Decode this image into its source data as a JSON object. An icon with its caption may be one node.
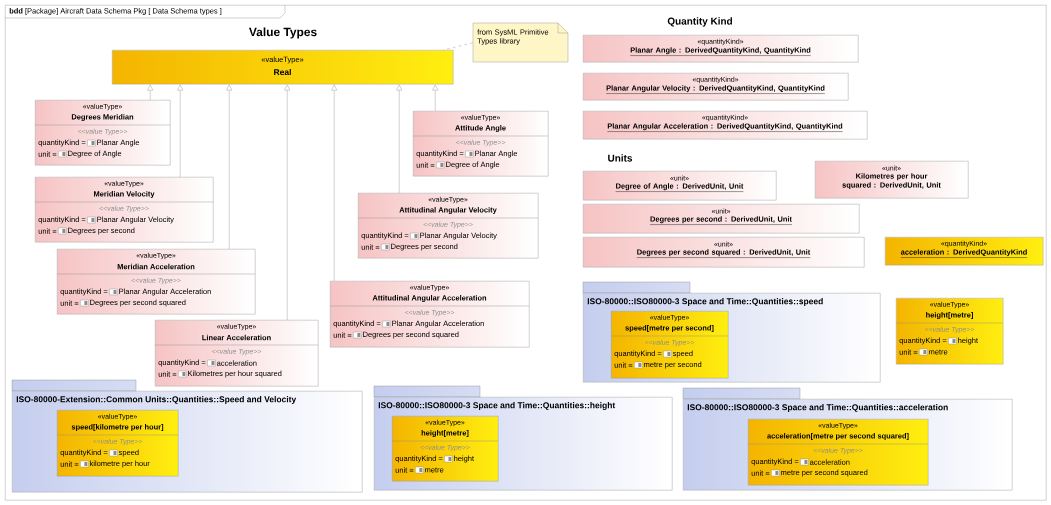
{
  "diagram": {
    "nodes": [
      {
        "text": [
          "**bdd** [Package] Aircraft Data Schema Pkg [ Data Schema types ]"
        ]
      },
      {
        "text": [
          "«valueType»",
          "Real"
        ],
        "in": 0
      },
      {
        "text": [
          "from SysML Primitive Types library"
        ],
        "in": 0
      },
      {
        "text": [
          "«valueType»",
          "Degrees Meridian",
          "<<value Type>>",
          "quantityKind =",
          "Planar Angle",
          "unit =",
          "Degree of Angle"
        ],
        "in": 0
      },
      {
        "text": [
          "«valueType»",
          "Meridian Velocity",
          "<<value Type>>",
          "quantityKind =",
          "Planar Angular Velocity",
          "unit =",
          "Degrees per second"
        ],
        "in": 0
      },
      {
        "text": [
          "«valueType»",
          "Meridian Acceleration",
          "<<value Type>>",
          "quantityKind =",
          "Planar Angular Acceleration",
          "unit =",
          "Degrees per second squared"
        ],
        "in": 0
      },
      {
        "text": [
          "«valueType»",
          "Linear Acceleration",
          "<<value Type>>",
          "quantityKind =",
          "acceleration",
          "unit =",
          "Kilometres per hour squared"
        ],
        "in": 0
      },
      {
        "text": [
          "«valueType»",
          "Attitude Angle",
          "<<value Type>>",
          "quantityKind =",
          "Planar Angle",
          "unit =",
          "Degree of Angle"
        ],
        "in": 0
      },
      {
        "text": [
          "«valueType»",
          "Attitudinal Angular Velocity",
          "<<value Type>>",
          "quantityKind =",
          "Planar Angular Velocity",
          "unit =",
          "Degrees per second"
        ],
        "in": 0
      },
      {
        "text": [
          "«valueType»",
          "Attitudinal Angular Acceleration",
          "<<value Type>>",
          "quantityKind =",
          "Planar Angular Acceleration",
          "unit =",
          "Degrees per second squared"
        ],
        "in": 0
      },
      {
        "text": [
          "«quantityKind»",
          "Planar Angle : DerivedQuantityKind, QuantityKind"
        ],
        "in": 0
      },
      {
        "text": [
          "«quantityKind»",
          "Planar Angular Velocity : DerivedQuantityKind, QuantityKind"
        ],
        "in": 0
      },
      {
        "text": [
          "«quantityKind»",
          "Planar Angular Acceleration : DerivedQuantityKind, QuantityKind"
        ],
        "in": 0
      },
      {
        "text": [
          "«unit»",
          "Degree of Angle : DerivedUnit, Unit"
        ],
        "in": 0
      },
      {
        "text": [
          "«unit»",
          "Kilometres per hour squared : DerivedUnit, Unit"
        ],
        "in": 0
      },
      {
        "text": [
          "«unit»",
          "Degrees per second : DerivedUnit, Unit"
        ],
        "in": 0
      },
      {
        "text": [
          "«unit»",
          "Degrees per second squared : DerivedUnit, Unit"
        ],
        "in": 0
      },
      {
        "text": [
          "«quantityKind»",
          "acceleration : DerivedQuantityKind"
        ],
        "in": 0
      },
      {
        "text": [
          "ISO-80000::ISO80000-3 Space and Time::Quantities::speed"
        ],
        "in": 0
      },
      {
        "text": [
          "«valueType»",
          "speed[metre per second]",
          "<<value Type>>",
          "quantityKind =",
          "speed",
          "unit =",
          "metre per second"
        ],
        "in": 18
      },
      {
        "text": [
          "«valueType»",
          "height[metre]",
          "<<value Type>>",
          "quantityKind =",
          "height",
          "unit =",
          "metre"
        ],
        "in": 0
      },
      {
        "text": [
          "ISO-80000-Extension::Common Units::Quantities::Speed and Velocity"
        ],
        "in": 0
      },
      {
        "text": [
          "«valueType»",
          "speed[kilometre per hour]",
          "<<value Type>>",
          "quantityKind =",
          "speed",
          "unit =",
          "kilometre per hour"
        ],
        "in": 21
      },
      {
        "text": [
          "ISO-80000::ISO80000-3 Space and Time::Quantities::height"
        ],
        "in": 0
      },
      {
        "text": [
          "«valueType»",
          "height[metre]",
          "<<value Type>>",
          "quantityKind =",
          "height",
          "unit =",
          "metre"
        ],
        "in": 23
      },
      {
        "text": [
          "ISO-80000::ISO80000-3 Space and Time::Quantities::acceleration"
        ],
        "in": 0
      },
      {
        "text": [
          "«valueType»",
          "acceleration[metre per second squared]",
          "<<value Type>>",
          "quantityKind =",
          "acceleration",
          "unit =",
          "metre per second squared"
        ],
        "in": 25
      }
    ],
    "edges": [
      {
        "from": 3,
        "to": 1,
        "arrow": "to"
      },
      {
        "from": 4,
        "to": 1,
        "arrow": "to"
      },
      {
        "from": 5,
        "to": 1,
        "arrow": "to"
      },
      {
        "from": 6,
        "to": 1,
        "arrow": "to"
      },
      {
        "from": 7,
        "to": 1,
        "arrow": "to"
      },
      {
        "from": 8,
        "to": 1,
        "arrow": "to"
      },
      {
        "from": 9,
        "to": 1,
        "arrow": "to"
      },
      {
        "from": 2,
        "to": 1,
        "arrow": "none",
        "style": "dashed"
      }
    ],
    "labels": [
      "Value Types",
      "Quantity Kind",
      "Units"
    ]
  }
}
